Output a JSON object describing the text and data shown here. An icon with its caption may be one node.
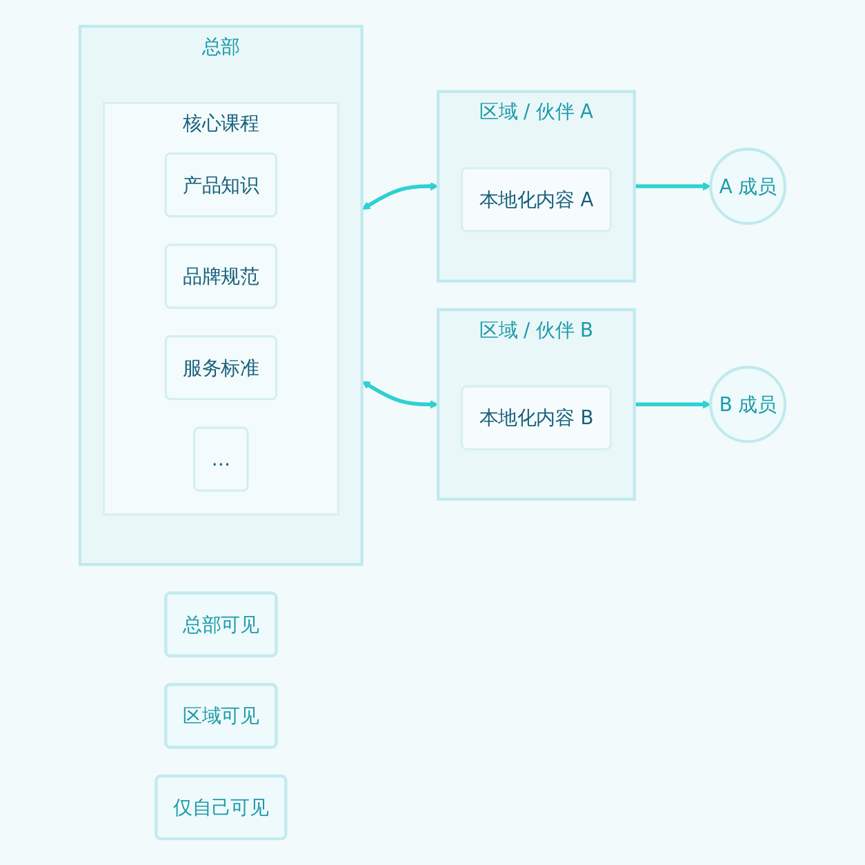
{
  "diagram": {
    "nodes": [
      {
        "text": [
          "总部"
        ]
      },
      {
        "text": [
          "核心课程"
        ],
        "in": 0
      },
      {
        "text": [
          "产品知识"
        ],
        "in": 1
      },
      {
        "text": [
          "品牌规范"
        ],
        "in": 1
      },
      {
        "text": [
          "服务标准"
        ],
        "in": 1
      },
      {
        "text": [
          "…"
        ],
        "in": 1
      },
      {
        "text": [
          "区域 / 伙伴 A"
        ]
      },
      {
        "text": [
          "本地化内容 A"
        ],
        "in": 6
      },
      {
        "text": [
          "A 成员"
        ]
      },
      {
        "text": [
          "区域 / 伙伴 B"
        ]
      },
      {
        "text": [
          "本地化内容 B"
        ],
        "in": 9
      },
      {
        "text": [
          "B 成员"
        ]
      },
      {
        "text": [
          "总部可见"
        ]
      },
      {
        "text": [
          "区域可见"
        ]
      },
      {
        "text": [
          "仅自己可见"
        ]
      }
    ],
    "edges": [
      {
        "from": 0,
        "to": 6,
        "arrow": "both"
      },
      {
        "from": 0,
        "to": 9,
        "arrow": "both"
      },
      {
        "from": 6,
        "to": 8,
        "arrow": "to"
      },
      {
        "from": 9,
        "to": 11,
        "arrow": "to"
      }
    ]
  }
}
